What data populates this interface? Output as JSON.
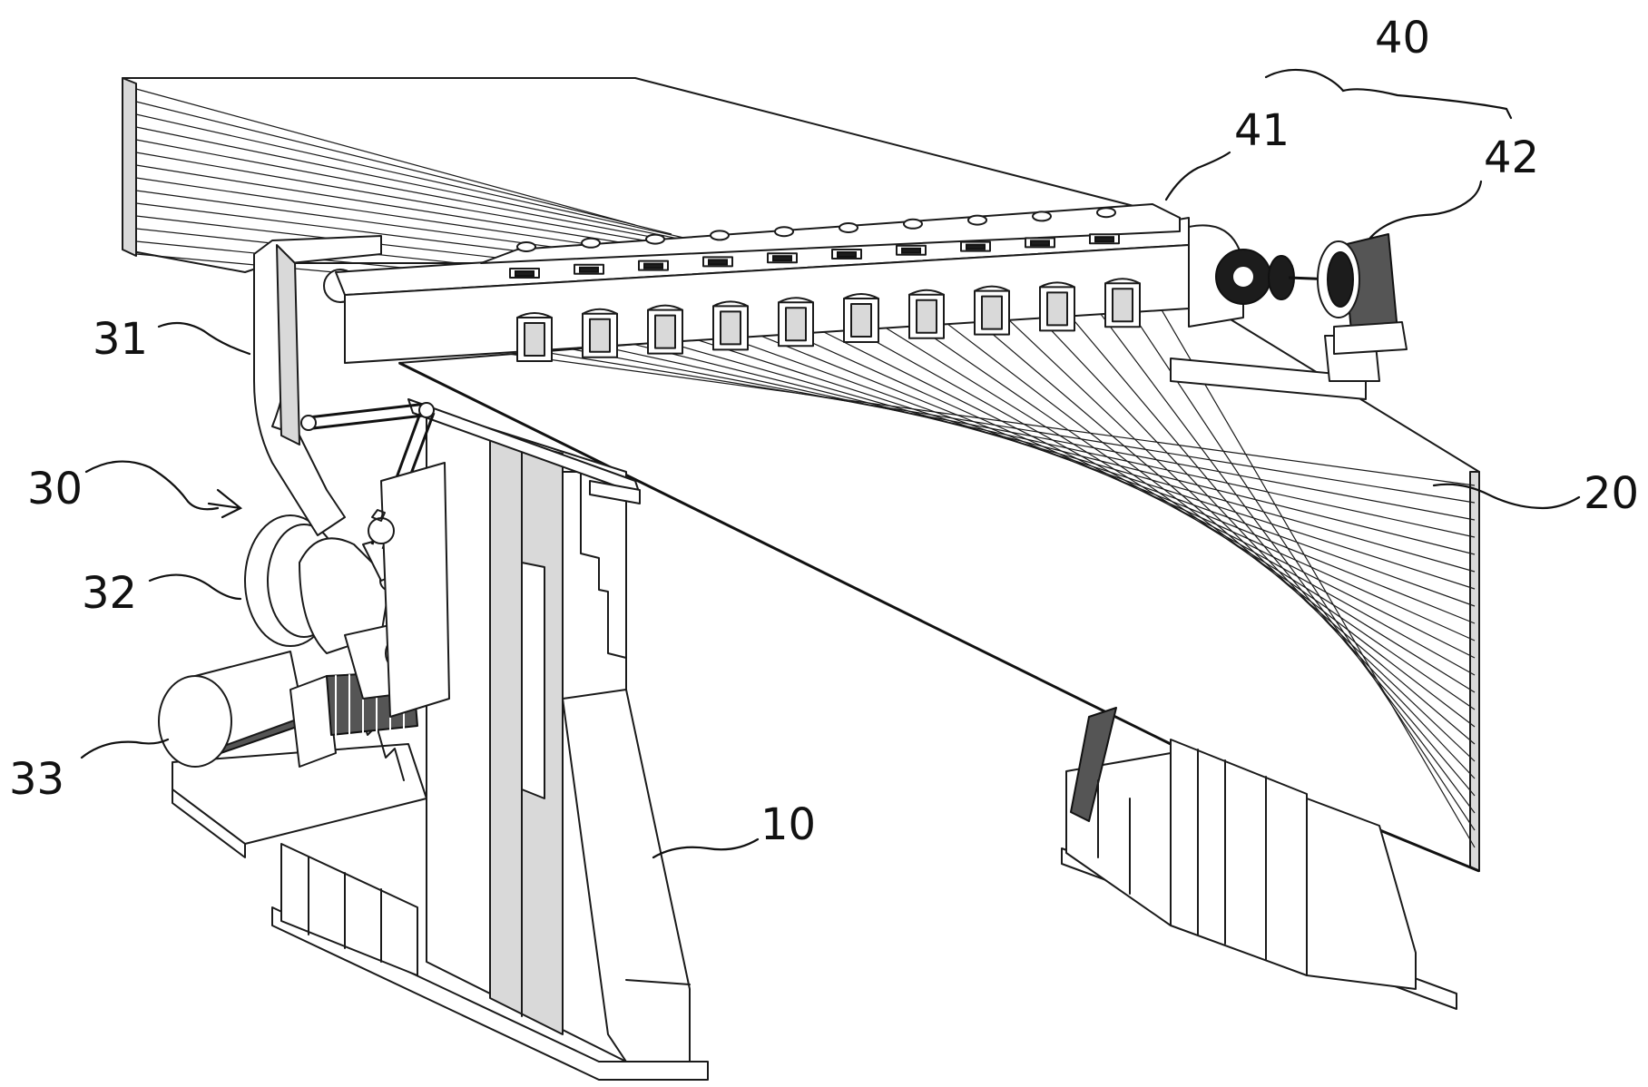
{
  "figure": {
    "labels": {
      "l40": "40",
      "l41": "41",
      "l42": "42",
      "l31": "31",
      "l30": "30",
      "l32": "32",
      "l33": "33",
      "l20": "20",
      "l10": "10"
    }
  }
}
